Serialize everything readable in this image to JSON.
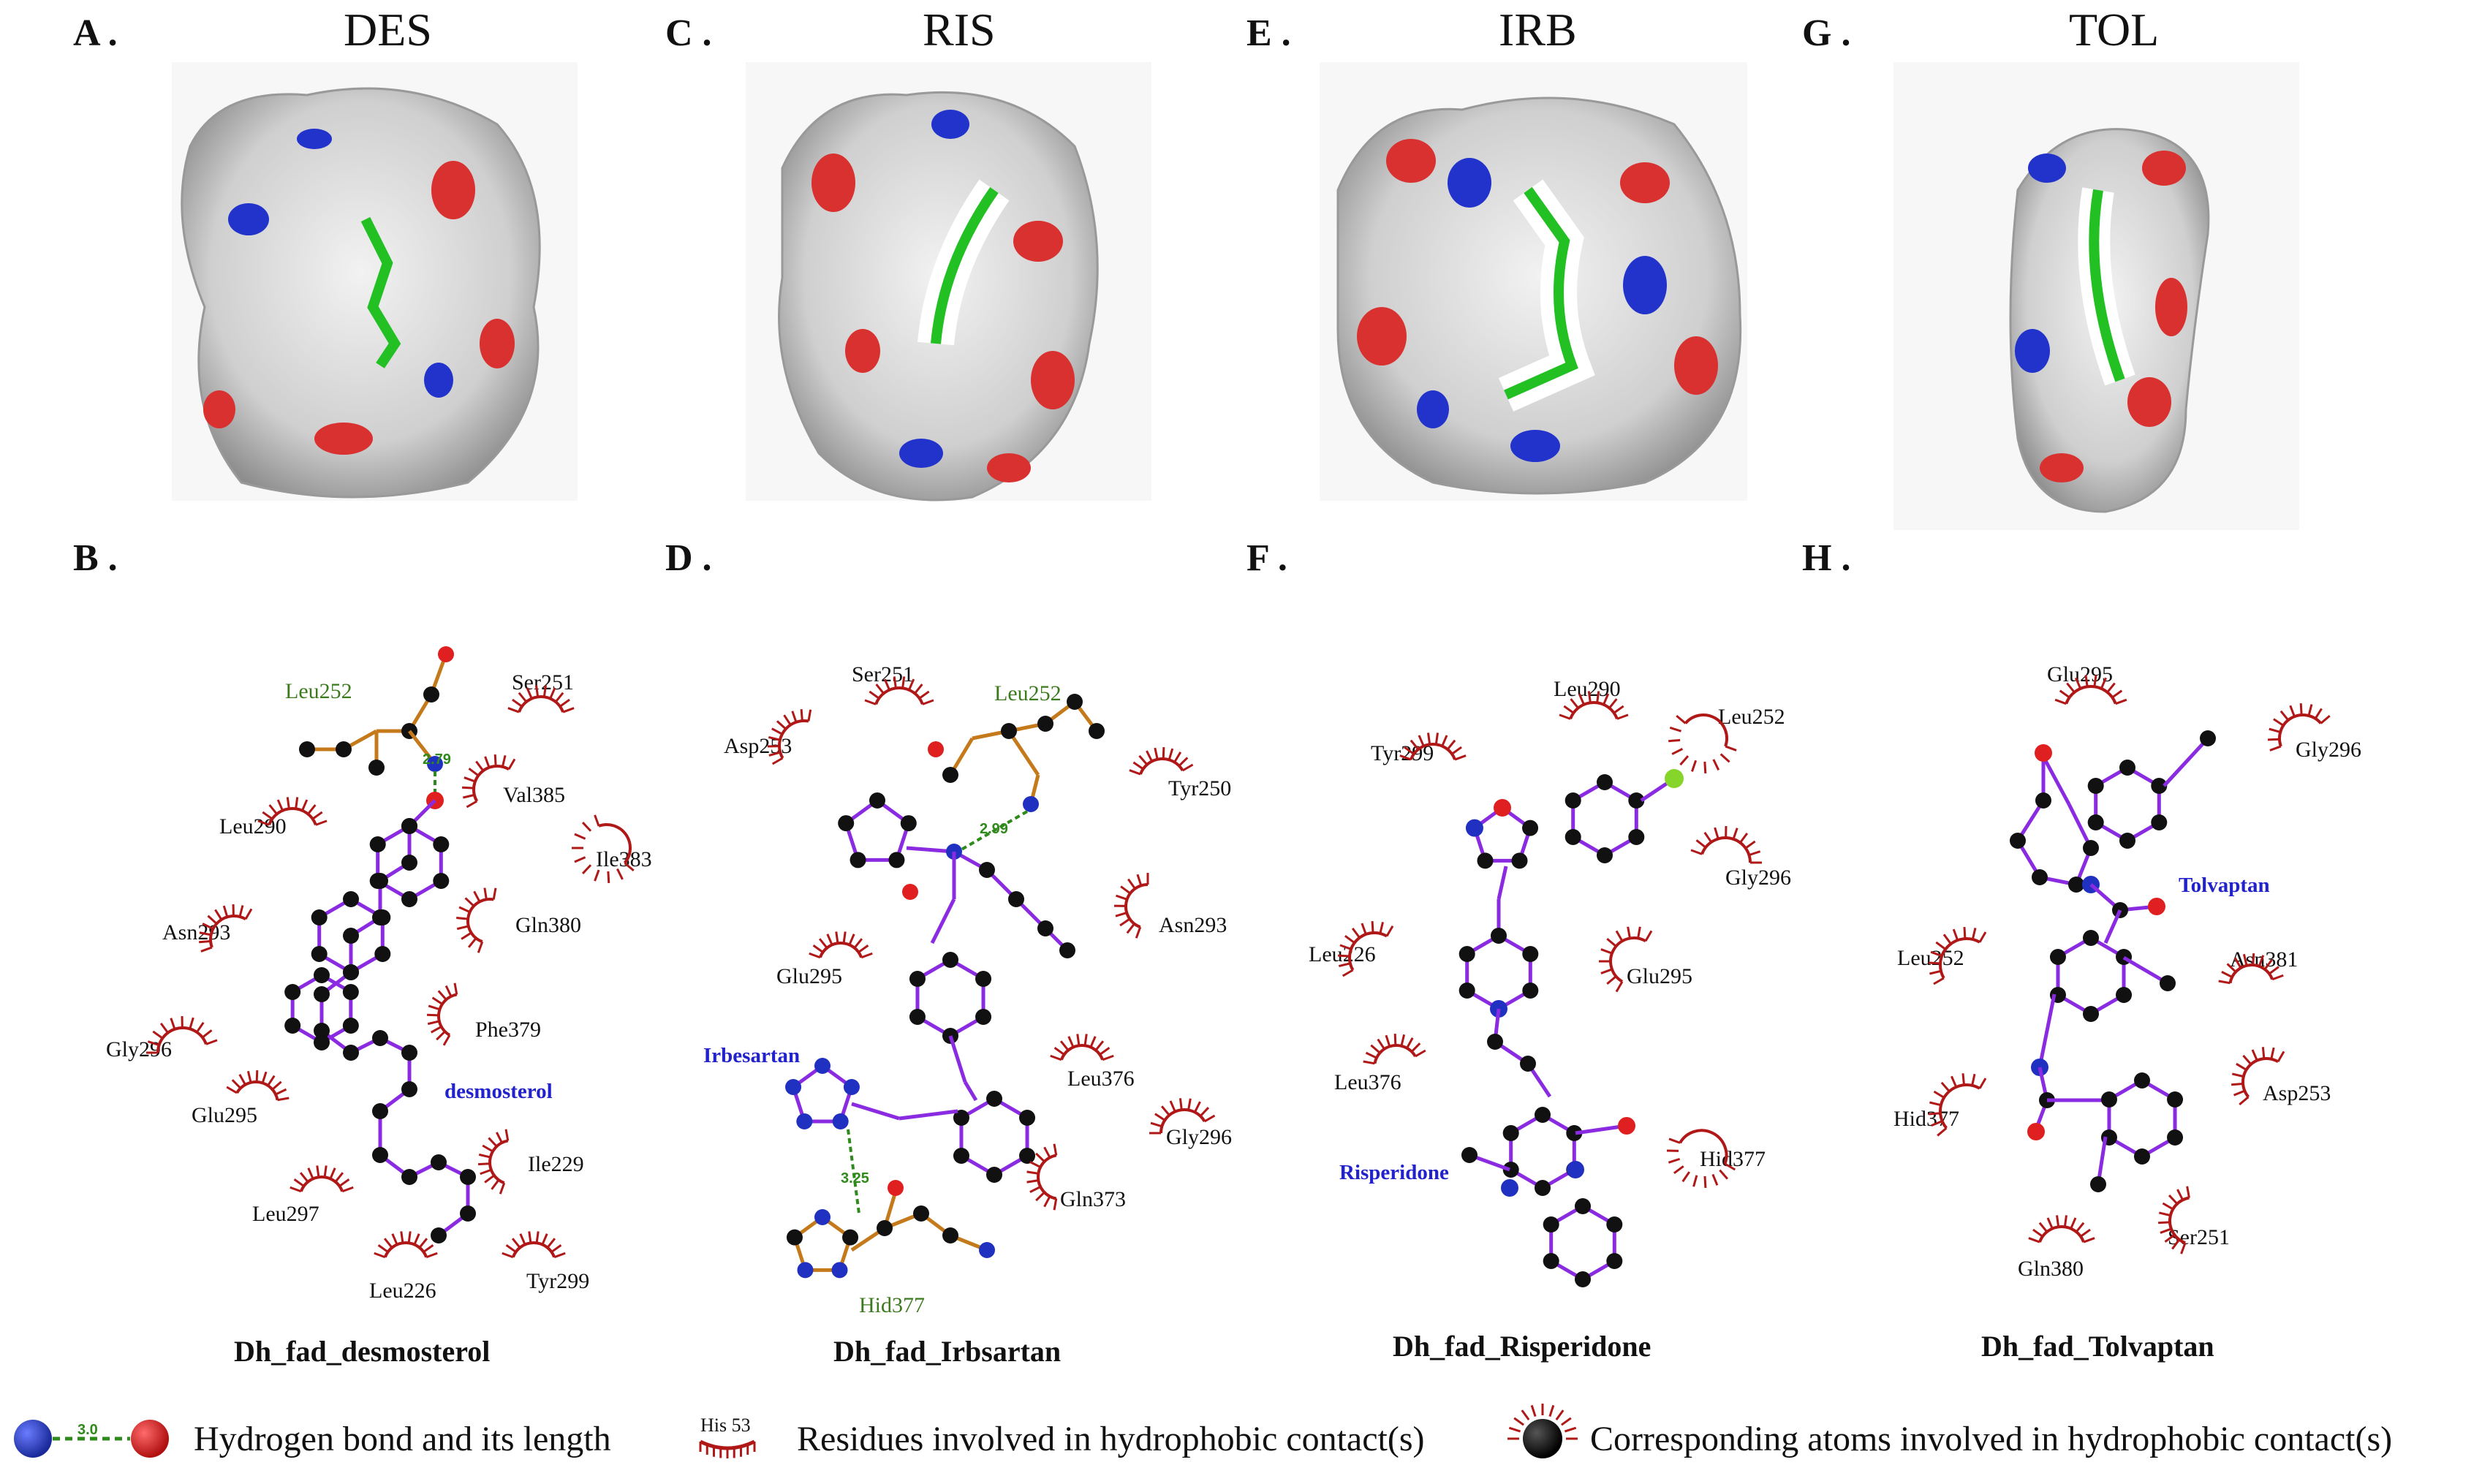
{
  "panels": [
    {
      "label": "A .",
      "title": "DES"
    },
    {
      "label": "C .",
      "title": "RIS"
    },
    {
      "label": "E .",
      "title": "IRB"
    },
    {
      "label": "G .",
      "title": "TOL"
    },
    {
      "label": "B .",
      "caption": "Dh_fad_desmosterol",
      "ligand": "desmosterol",
      "residues": [
        "Ser251",
        "Val385",
        "Ile383",
        "Leu290",
        "Gln380",
        "Asn293",
        "Phe379",
        "Gly296",
        "Glu295",
        "Ile229",
        "Leu297",
        "Tyr299",
        "Leu226"
      ],
      "hbond_residue": "Leu252",
      "hbond_length": "2.79"
    },
    {
      "label": "D .",
      "caption": "Dh_fad_Irbsartan",
      "ligand": "Irbesartan",
      "residues": [
        "Ser251",
        "Asp253",
        "Tyr250",
        "Asn293",
        "Glu295",
        "Leu376",
        "Gly296",
        "Gln373"
      ],
      "hbond_residue": "Leu252",
      "hbond_residue2": "Hid377",
      "hbond_length": "2.99",
      "hbond_length2": "3.25"
    },
    {
      "label": "F .",
      "caption": "Dh_fad_Risperidone",
      "ligand": "Risperidone",
      "residues": [
        "Leu290",
        "Leu252",
        "Tyr299",
        "Gly296",
        "Leu226",
        "Glu295",
        "Leu376",
        "Hid377"
      ]
    },
    {
      "label": "H .",
      "caption": "Dh_fad_Tolvaptan",
      "ligand": "Tolvaptan",
      "residues": [
        "Glu295",
        "Gly296",
        "Leu252",
        "Asn381",
        "Hid377",
        "Asp253",
        "Ser251",
        "Gln380"
      ]
    }
  ],
  "legend": {
    "hbond_value": "3.0",
    "hbond_text": "Hydrogen bond and its length",
    "res_example": "His 53",
    "res_text": "Residues involved in hydrophobic contact(s)",
    "atom_text": "Corresponding atoms involved in hydrophobic contact(s)"
  },
  "colors": {
    "carbon": "#111111",
    "oxygen": "#e02020",
    "nitrogen": "#2030c0",
    "fluorine": "#86d52a",
    "ligand_bond": "#8a2be2",
    "residue_bond": "#c47a1a",
    "hydrophobic": "#b01818",
    "hbond": "#2f8a1c"
  }
}
